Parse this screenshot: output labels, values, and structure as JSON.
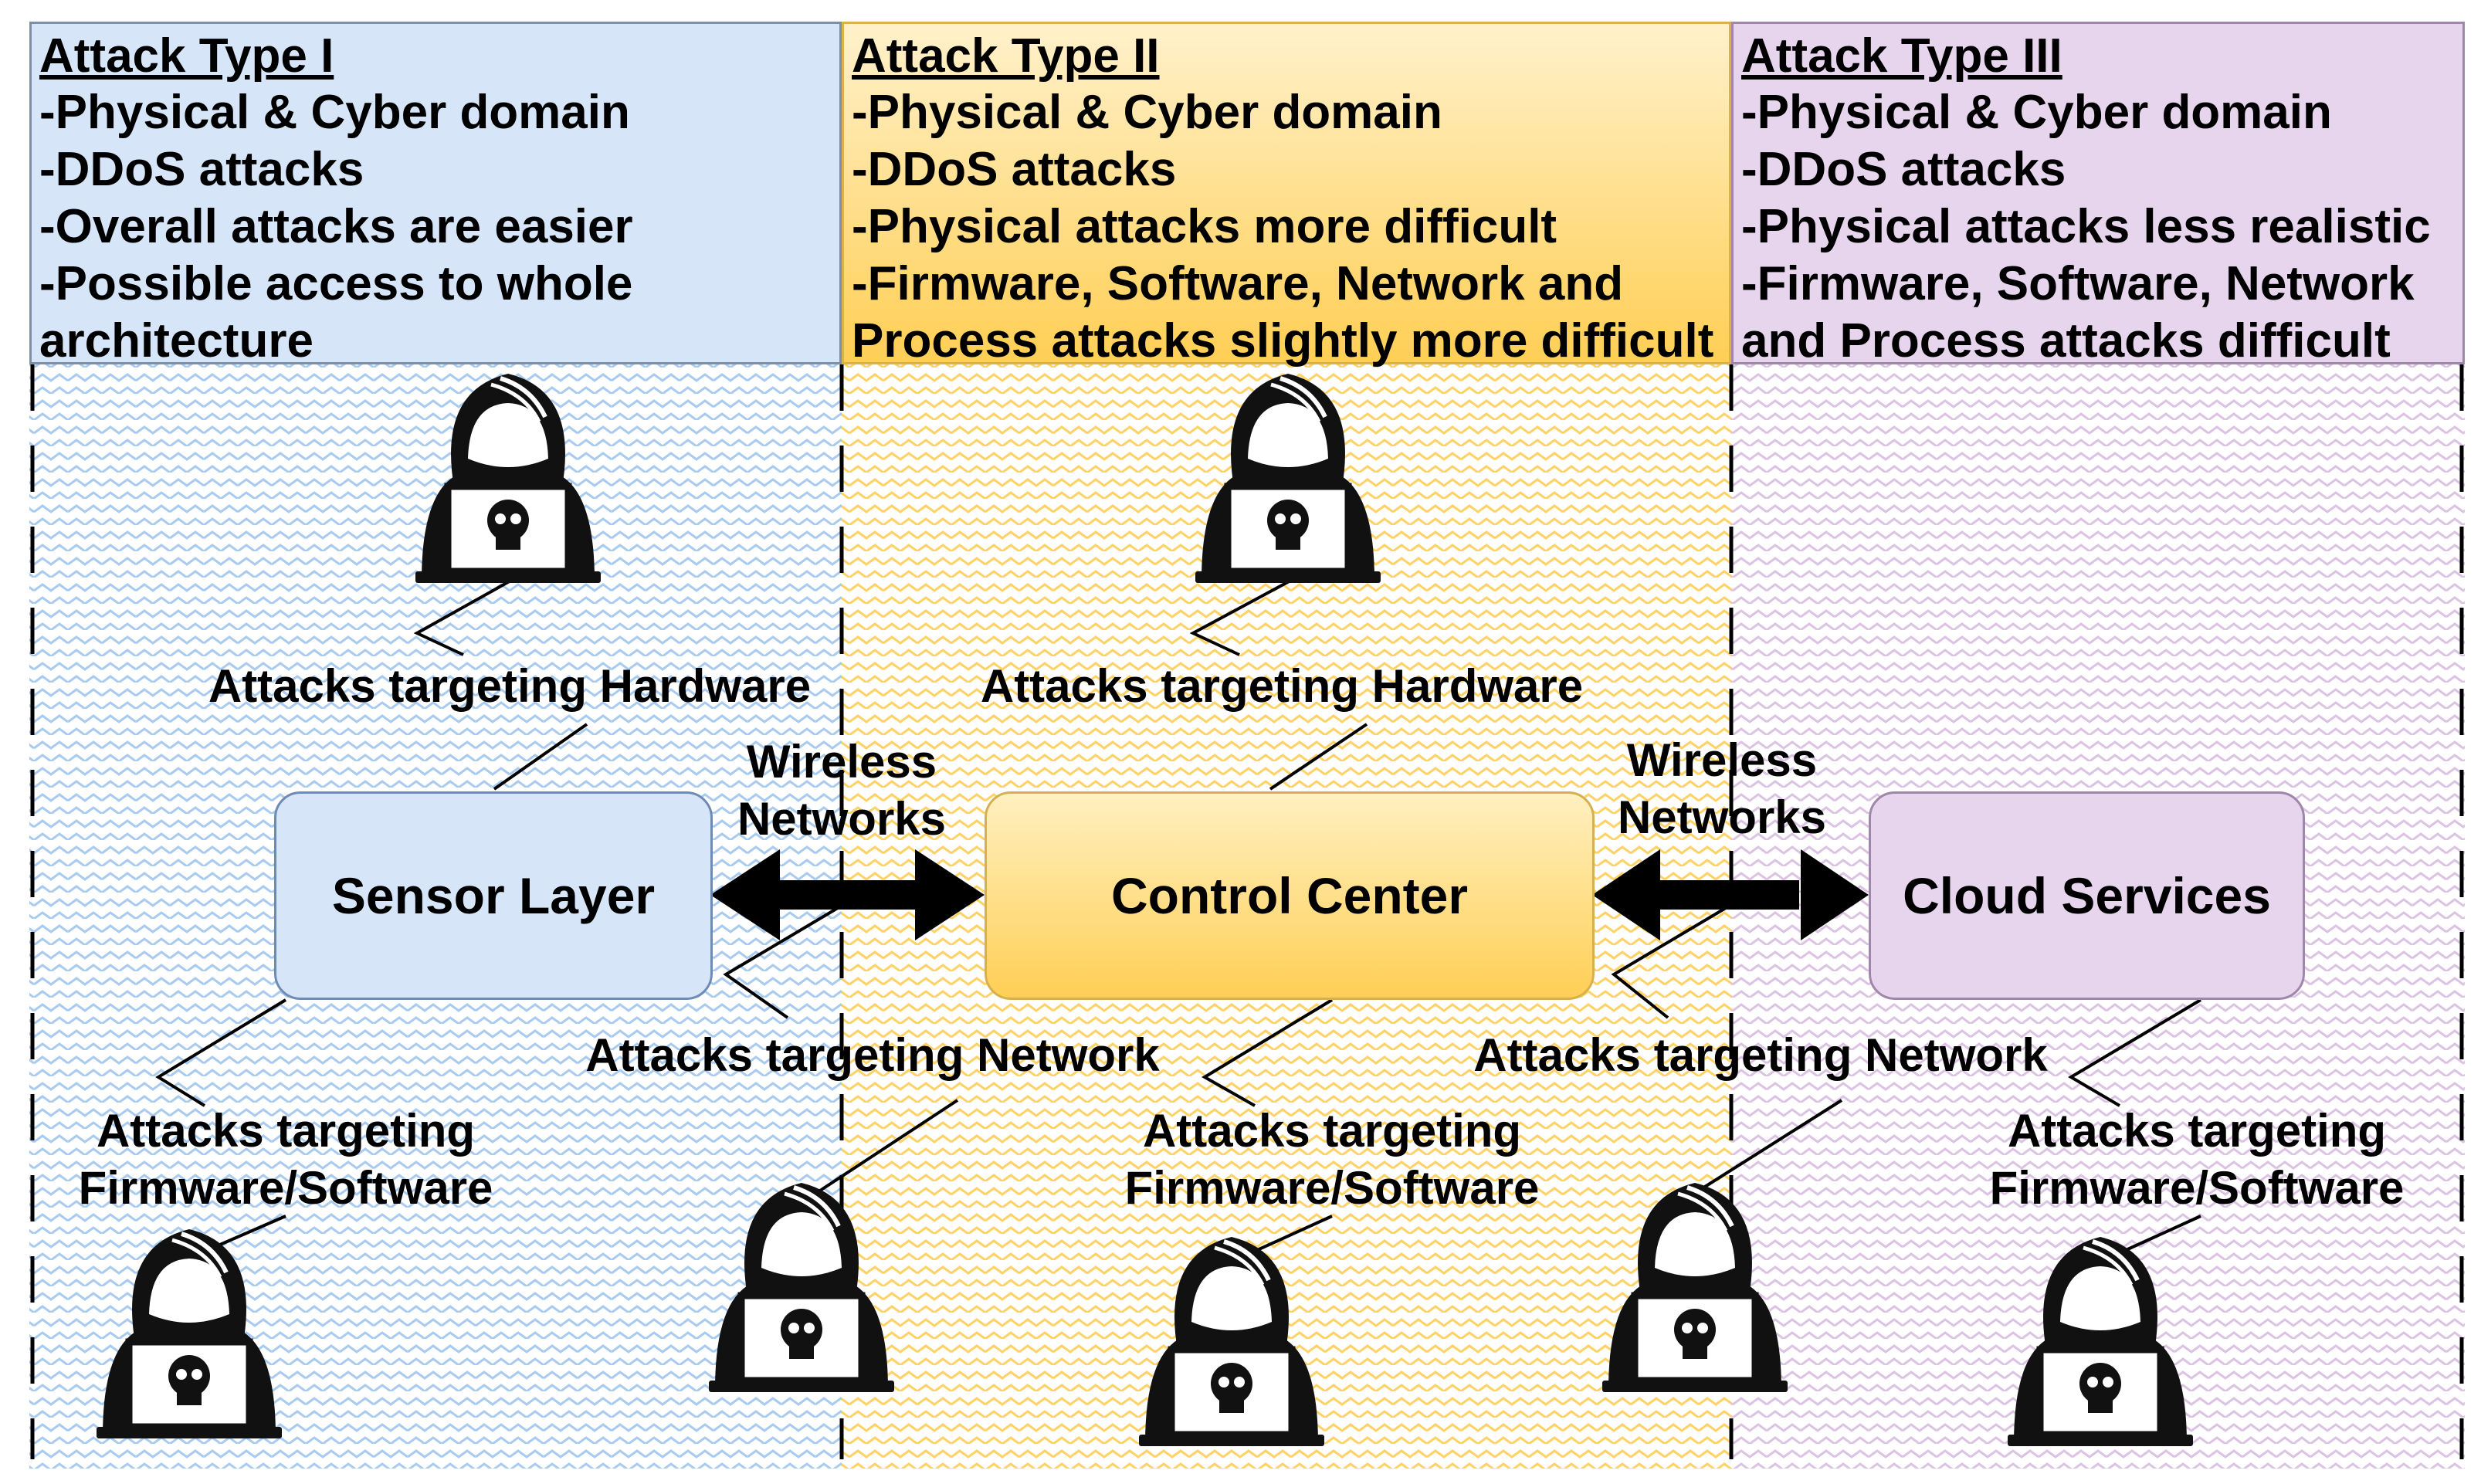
{
  "columns": [
    {
      "title": "Attack Type I",
      "lines": [
        "-Physical & Cyber domain",
        "-DDoS attacks",
        "-Overall attacks are easier",
        "-Possible access to whole",
        "architecture"
      ]
    },
    {
      "title": "Attack Type II",
      "lines": [
        "-Physical & Cyber domain",
        "-DDoS attacks",
        "-Physical attacks more difficult",
        "-Firmware, Software, Network and",
        "Process attacks slightly more difficult"
      ]
    },
    {
      "title": "Attack Type III",
      "lines": [
        "-Physical & Cyber domain",
        "-DDoS attacks",
        "-Physical attacks less realistic",
        "-Firmware, Software, Network",
        "and Process attacks difficult"
      ]
    }
  ],
  "nodes": {
    "sensor": "Sensor Layer",
    "control": "Control Center",
    "cloud": "Cloud Services"
  },
  "links": {
    "wireless_1": [
      "Wireless",
      "Networks"
    ],
    "wireless_2": [
      "Wireless",
      "Networks"
    ]
  },
  "attack_labels": {
    "hardware_1": "Attacks targeting Hardware",
    "hardware_2": "Attacks targeting Hardware",
    "network_1": "Attacks targeting Network",
    "network_2": "Attacks targeting Network",
    "firmware_1": [
      "Attacks targeting",
      "Firmware/Software"
    ],
    "firmware_2": [
      "Attacks targeting",
      "Firmware/Software"
    ],
    "firmware_3": [
      "Attacks targeting",
      "Firmware/Software"
    ]
  },
  "colors": {
    "type1": "#9fc3f0",
    "type2": "#ffcf55",
    "type3": "#d7b7df"
  },
  "icons": [
    "hacker-icon",
    "skull-icon",
    "laptop-icon"
  ]
}
